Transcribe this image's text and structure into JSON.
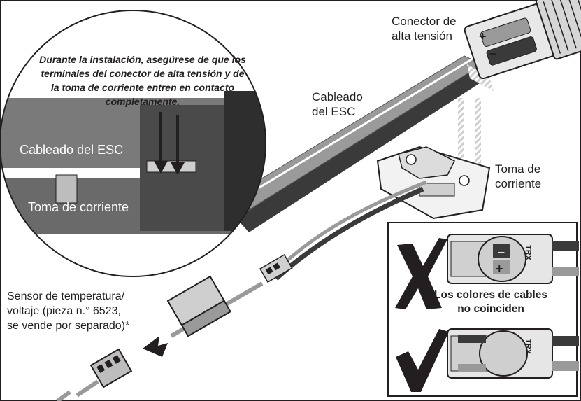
{
  "labels": {
    "connector": "Conector de\nalta tensión",
    "esc_wiring": "Cableado\ndel ESC",
    "power_socket": "Toma de\ncorriente",
    "sensor": "Sensor de temperatura/\nvoltaje (pieza n.° 6523,\nse vende por separado)*",
    "install_note": "Durante la instalación, asegúrese de que los terminales del conector de alta tensión y de la toma de corriente entren en contacto completamente.",
    "zoom_esc_wiring": "Cableado del ESC",
    "zoom_power_socket": "Toma de corriente",
    "mismatch_note": "Los colores de cables\nno coinciden"
  },
  "symbols": {
    "minus": "–",
    "plus": "+",
    "brand_mark": "TRX"
  },
  "icons": {
    "wrong": "x-mark-icon",
    "correct": "check-mark-icon"
  },
  "colors": {
    "ink": "#231f20",
    "dark_wire": "#3a3a3a",
    "light_wire": "#9a9a9a"
  }
}
